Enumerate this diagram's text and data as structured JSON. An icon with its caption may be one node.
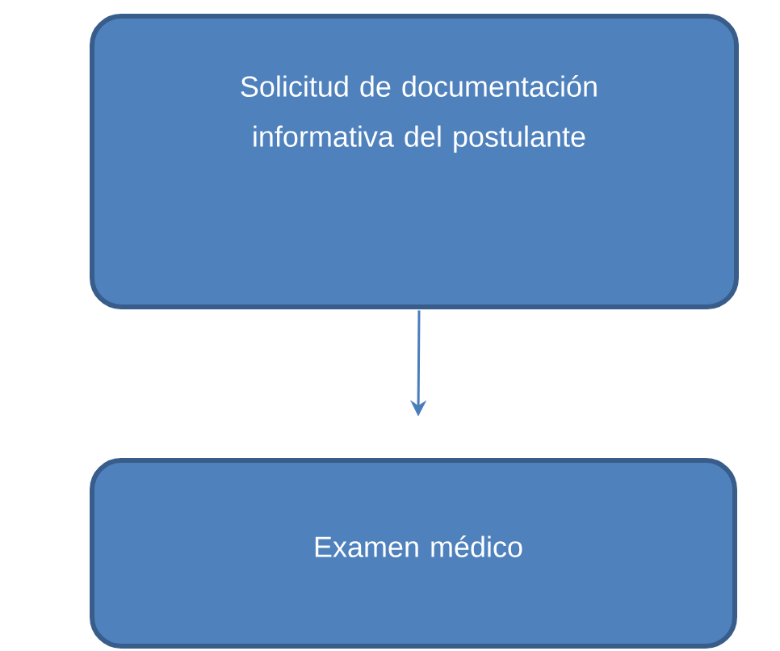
{
  "diagram": {
    "nodes": [
      {
        "text": [
          "Solicitud de documentación informativa del postulante"
        ]
      },
      {
        "text": [
          "Examen médico"
        ]
      }
    ],
    "edges": [
      {
        "from": 0,
        "to": 1,
        "arrow": "to"
      }
    ]
  }
}
